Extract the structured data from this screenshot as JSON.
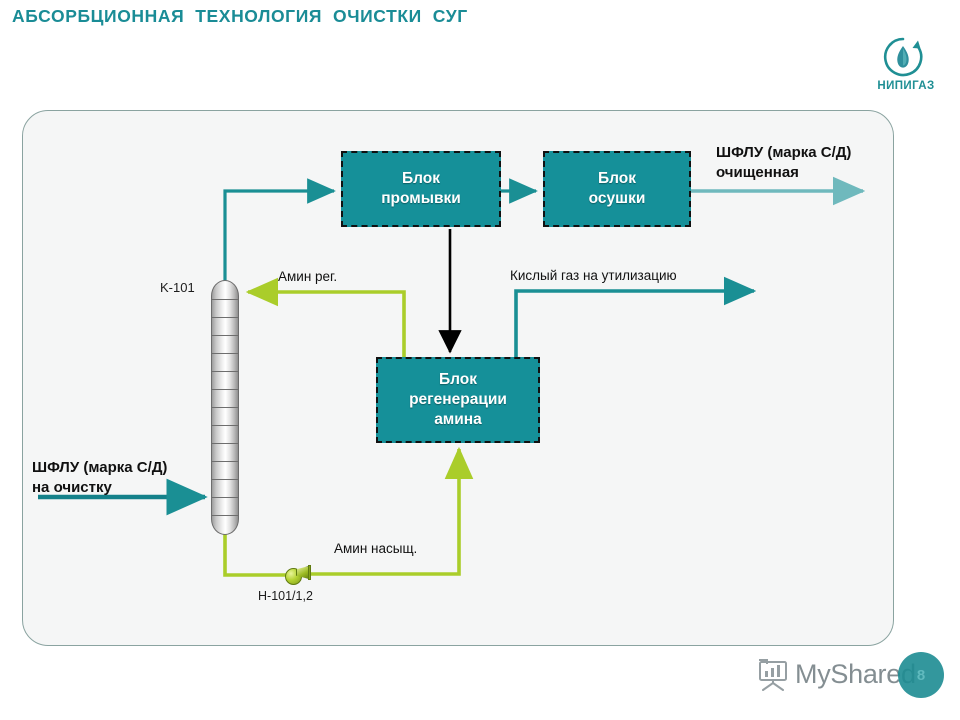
{
  "slide": {
    "title": "АБСОРБЦИОННАЯ  ТЕХНОЛОГИЯ  ОЧИСТКИ  СУГ",
    "page_number": "8"
  },
  "logo": {
    "name": "НИПИГАЗ",
    "color": "#1f8f94"
  },
  "colors": {
    "block_fill": "#159099",
    "block_border": "#111111",
    "teal_line": "#1a8f94",
    "light_teal_line": "#6fb9bd",
    "olive_line": "#aacd2a",
    "black_line": "#000000",
    "panel_border": "#8aa3a0",
    "panel_fill": "#f5f6f6"
  },
  "equipment": [
    {
      "id": "column",
      "tag": "K-101",
      "type": "absorber-column",
      "trays": 13
    },
    {
      "id": "pump",
      "tag": "Н-101/1,2",
      "type": "centrifugal-pump"
    }
  ],
  "blocks": [
    {
      "id": "block-wash",
      "label": "Блок\nпромывки"
    },
    {
      "id": "block-dry",
      "label": "Блок\nосушки"
    },
    {
      "id": "block-regen",
      "label": "Блок\nрегенерации\nамина"
    }
  ],
  "streams": [
    {
      "id": "shflu-in",
      "label": "ШФЛУ (марка С/Д)\nна очистку",
      "color": "#1a8f94"
    },
    {
      "id": "shflu-out",
      "label": "ШФЛУ (марка С/Д)\nочищенная",
      "color": "#6fb9bd"
    },
    {
      "id": "amine-reg",
      "label": "Амин рег.",
      "color": "#aacd2a"
    },
    {
      "id": "acid-gas",
      "label": "Кислый газ на утилизацию",
      "color": "#1a8f94"
    },
    {
      "id": "amine-rich",
      "label": "Амин насыщ.",
      "color": "#aacd2a"
    }
  ],
  "watermark": {
    "text": "MyShared"
  }
}
